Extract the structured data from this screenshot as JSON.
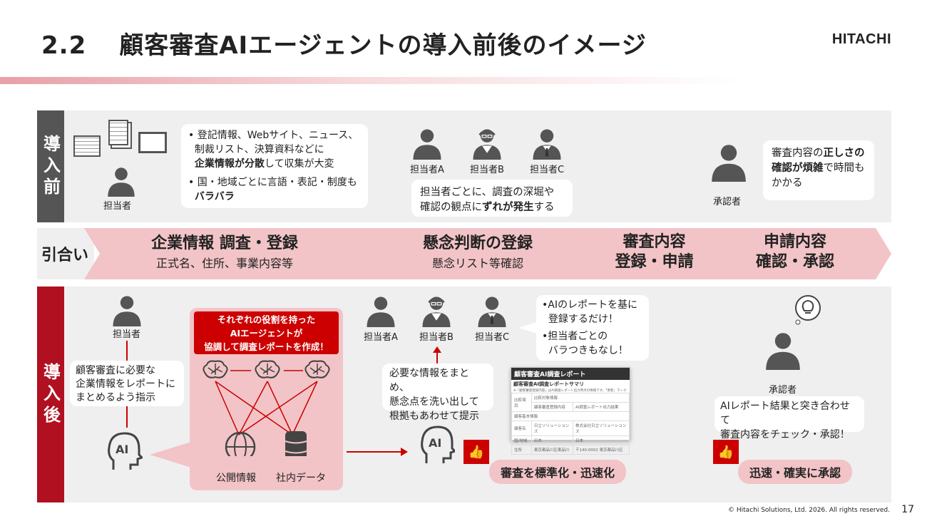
{
  "header": {
    "number": "2.2",
    "title": "顧客審査AIエージェントの導入前後のイメージ",
    "logo": "HITACHI"
  },
  "before": {
    "label": "導入前",
    "staff_label": "担当者",
    "bullets": [
      {
        "lines": [
          "登記情報、Webサイト、ニュース、",
          "制裁リスト、決算資料などに"
        ],
        "bold": "企業情報が分散",
        "rest": "して収集が大変"
      },
      {
        "lines": [
          "国・地域ごとに言語・表記・制度も"
        ],
        "bold": "バラバラ",
        "rest": ""
      }
    ],
    "staff": [
      "担当者A",
      "担当者B",
      "担当者C"
    ],
    "staff_note_1": "担当者ごとに、調査の深堀や",
    "staff_note_2a": "確認の観点に",
    "staff_note_2b": "ずれが発生",
    "staff_note_2c": "する",
    "approver": "承認者",
    "approver_note_1a": "審査内容の",
    "approver_note_1b": "正しさの",
    "approver_note_2a": "確認が煩雑",
    "approver_note_2b": "で時間も",
    "approver_note_3": "かかる"
  },
  "flow": {
    "label": "引合い",
    "steps": [
      {
        "title": "企業情報 調査・登録",
        "sub": "正式名、住所、事業内容等"
      },
      {
        "title": "懸念判断の登録",
        "sub": "懸念リスト等確認"
      },
      {
        "title": "審査内容",
        "title2": "登録・申請"
      },
      {
        "title": "申請内容",
        "title2": "確認・承認"
      }
    ]
  },
  "after": {
    "label": "導入後",
    "staff_label": "担当者",
    "instruction": [
      "顧客審査に必要な",
      "企業情報をレポートに",
      "まとめるよう指示"
    ],
    "ai": "AI",
    "agents_title": [
      "それぞれの役割を持った",
      "AIエージェントが",
      "協調して調査レポートを作成！"
    ],
    "public_info": "公開情報",
    "internal_data": "社内データ",
    "summary": [
      "必要な情報をまとめ、",
      "懸念点を洗い出して",
      "根拠もあわせて提示"
    ],
    "staff": [
      "担当者A",
      "担当者B",
      "担当者C"
    ],
    "staff_notes": [
      [
        "•AIのレポートを基に",
        "  登録するだけ！"
      ],
      [
        "•担当者ごとの",
        "  バラつきもなし！"
      ]
    ],
    "report": {
      "header": "顧客審査AI調査レポート",
      "subtitle": "顧客審査AI調査レポートサマリ",
      "note": "※「顧客審査登録内容」はAI調査レポート出力時点の情報です。「更新」マーク",
      "col0": "比較項目",
      "col1": "比較対象情報",
      "col1a": "顧客審査登録内容",
      "col1b": "AI調査レポート出力結果",
      "section": "顧客基本情報",
      "rows": [
        [
          "顧客名",
          "日立ソリューションズ",
          "株式会社日立ソリューションズ"
        ],
        [
          "国/地域",
          "日本",
          "日本"
        ],
        [
          "住所",
          "東京都品川区東品川",
          "〒140-0002 東京都品川区"
        ]
      ]
    },
    "badge1": "審査を標準化・迅速化",
    "approver": "承認者",
    "approver_note": [
      "AIレポート結果と突き合わせて",
      "審査内容をチェック・承認！"
    ],
    "badge2": "迅速・確実に承認"
  },
  "footer": {
    "copyright": "© Hitachi Solutions, Ltd. 2026. All rights reserved.",
    "page": "17"
  }
}
